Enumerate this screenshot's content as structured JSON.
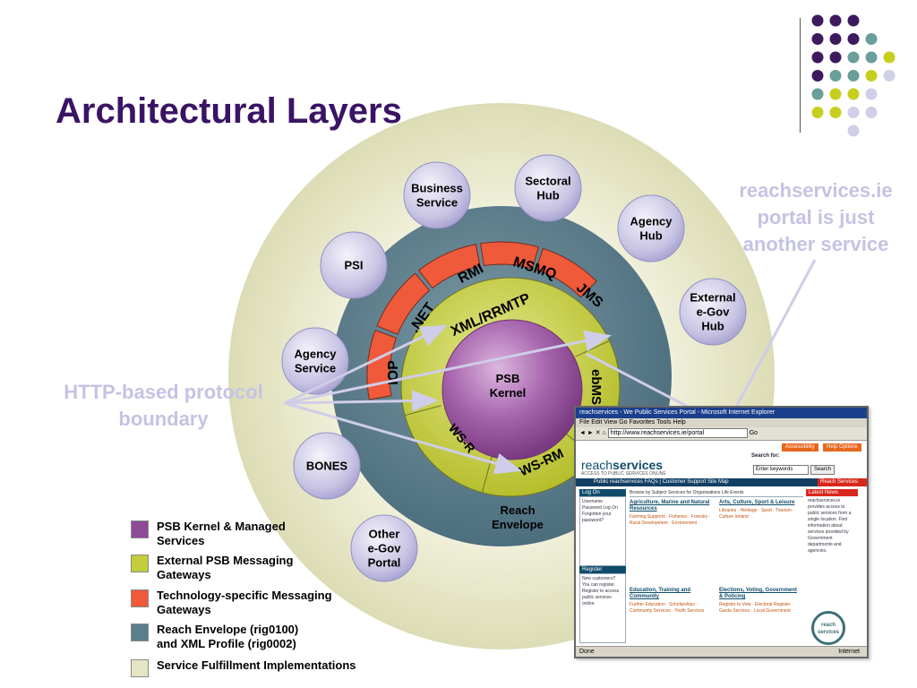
{
  "title": "Architectural Layers",
  "callouts": {
    "right": "reachservices.ie portal is just another service",
    "left": "HTTP-based protocol boundary"
  },
  "diagram": {
    "kernel": "PSB\nKernel",
    "gateways": [
      "XML/RRMTP",
      "ebMS",
      "WS-RM",
      "WS-R"
    ],
    "technologies": [
      ".NET",
      "RMI",
      "MSMQ",
      "JMS",
      "IOP"
    ],
    "envelope": "Reach\nEnvelope",
    "services": [
      "Sectoral\nHub",
      "Business\nService",
      "Agency\nHub",
      "PSI",
      "External\ne-Gov\nHub",
      "Agency\nService",
      "BONES",
      "Other\ne-Gov\nPortal"
    ]
  },
  "colors": {
    "title": "#3a1464",
    "kernel": "#8e4a95",
    "gateway": "#c3cc3a",
    "technology": "#ee5a3a",
    "envelope": "#5b7e8d",
    "fulfillment": "#e5e5c4",
    "service_bubble": "#b7b2d8",
    "callout": "#c4c3e3"
  },
  "legend": [
    {
      "label": "PSB Kernel & Managed\nServices",
      "color": "#8e4a95"
    },
    {
      "label": "External PSB Messaging\nGateways",
      "color": "#c3cc3a"
    },
    {
      "label": "Technology-specific Messaging\nGateways",
      "color": "#ee5a3a"
    },
    {
      "label": "Reach Envelope (rig0100)\nand XML Profile (rig0002)",
      "color": "#5b7e8d"
    },
    {
      "label": "Service Fulfillment Implementations",
      "color": "#e5e5c4"
    }
  ],
  "browser": {
    "title_bar": "reachservices - We Public Services Portal - Microsoft Internet Explorer",
    "menu": "File  Edit  View  Go  Favorites  Tools  Help",
    "address": "http://www.reachservices.ie/portal",
    "go_label": "Go",
    "top_buttons": [
      "Accessibility",
      "Help Options"
    ],
    "logo_part1": "reach",
    "logo_part2": "services",
    "tagline": "ACCESS TO PUBLIC SERVICES ONLINE",
    "search_label": "Search for:",
    "search_placeholder": "Enter keywords",
    "search_button": "Search",
    "nav": "Public reachservices   FAQs | Customer Support   Site Map",
    "nav_red": "Reach Services",
    "login_head": "Log On",
    "login_text": "Username  Password  Log On  Forgotten your password?",
    "register_head": "Register",
    "register_text": "New customers? You can register. Register to access public services online.",
    "tabs": "Browse by Subject   Services for Organisations   Life Events",
    "col1_heading": "Agriculture, Marine and Natural Resources",
    "col1_links": "Farming Supports · Fisheries · Forestry · Rural Development · Environment",
    "col2_heading": "Arts, Culture, Sport & Leisure",
    "col2_links": "Libraries · Heritage · Sport · Tourism · Culture Ireland",
    "col3_heading": "Education, Training and Community",
    "col3_links": "Further Education · Scholarships · Community Services · Youth Services",
    "col4_heading": "Elections, Voting, Government & Policing",
    "col4_links": "Register to Vote · Electoral Register · Garda Services · Local Government",
    "right_head": "Latest News",
    "right_text": "reachservices.ie provides access to public services from a single location. Find information about services provided by Government departments and agencies.",
    "badge": "reach\nservices",
    "status_left": "Done",
    "status_right": "Internet"
  }
}
